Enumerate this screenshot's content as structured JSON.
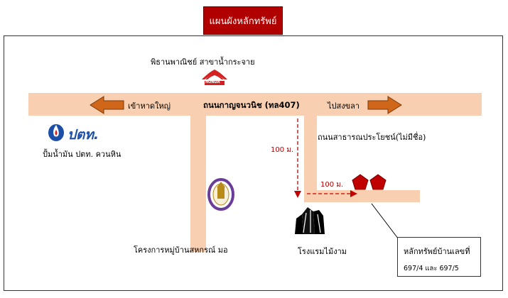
{
  "title": "แผนผังหลักทรัพย์",
  "labels": {
    "honda_dealer": "พิธานพาณิชย์ สาขาน้ำกระจาย",
    "honda_logo_text": "HONDA",
    "main_road": "ถนนกาญจนวนิช (ทล407)",
    "left_direction": "เข้าหาดใหญ่",
    "right_direction": "ไปสงขลา",
    "ptt_logo_text": "ปตท.",
    "ptt_station": "ปั้มน้ำมัน ปตท. ควนหิน",
    "public_road": "ถนนสาธารณประโยชน์(ไม่มีชื่อ)",
    "distance_vertical": "100 ม.",
    "distance_horizontal": "100 ม.",
    "housing_project": "โครงการหมู่บ้านสหกรณ์ มอ",
    "hotel": "โรงแรมไม้งาม"
  },
  "note": {
    "line1": "หลักทรัพย์บ้านเลขที่",
    "line2": "697/4 และ 697/5"
  },
  "colors": {
    "title_bg": "#b00000",
    "road": "#f8cfb0",
    "arrow": "#d0661a",
    "marker": "#c00000",
    "dashed": "#c00000"
  }
}
